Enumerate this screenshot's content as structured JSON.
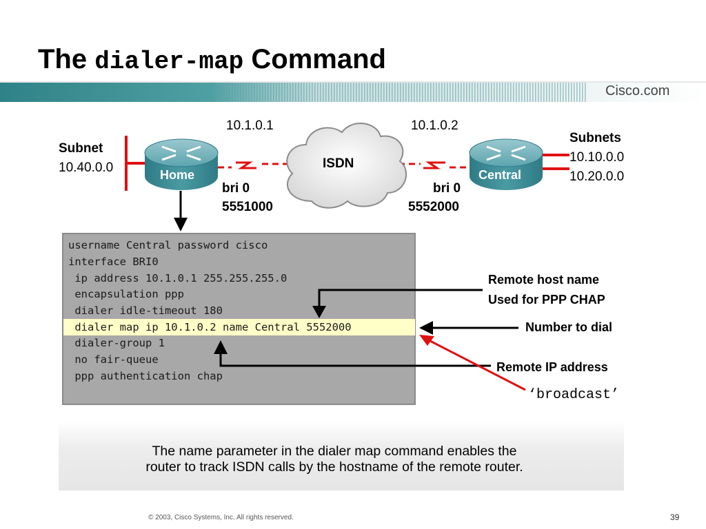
{
  "title": {
    "prefix": "The",
    "code": "dialer-map",
    "suffix": "Command"
  },
  "header": {
    "brand": "Cisco.com"
  },
  "diagram": {
    "home_router": "Home",
    "central_router": "Central",
    "cloud": "ISDN",
    "home_ip": "10.1.0.1",
    "central_ip": "10.1.0.2",
    "home_if": "bri 0",
    "home_number": "5551000",
    "central_if": "bri 0",
    "central_number": "5552000",
    "subnet_title": "Subnet",
    "subnet_value": "10.40.0.0",
    "subnets_title": "Subnets",
    "subnets_values": [
      "10.10.0.0",
      "10.20.0.0"
    ]
  },
  "config_lines": [
    "username Central password cisco",
    "interface BRI0",
    " ip address 10.1.0.1 255.255.255.0",
    " encapsulation ppp",
    " dialer idle-timeout 180",
    " dialer map ip 10.1.0.2 name Central 5552000",
    " dialer-group 1",
    " no fair-queue",
    " ppp authentication chap"
  ],
  "annotations": {
    "remote_host_1": "Remote host name",
    "remote_host_2": "Used for PPP CHAP",
    "number_to_dial": "Number to dial",
    "remote_ip": "Remote IP address",
    "broadcast": "‘broadcast’"
  },
  "note": {
    "line1": "The name parameter in the dialer map command enables the",
    "line2": "router to track ISDN calls by the hostname of the remote router."
  },
  "footer": {
    "copyright": "© 2003, Cisco Systems, Inc. All rights reserved.",
    "page": "39"
  },
  "colors": {
    "teal": "#3d8f94",
    "router": "#3f8f99",
    "link": "#e01010",
    "highlight": "#ffffc8"
  }
}
